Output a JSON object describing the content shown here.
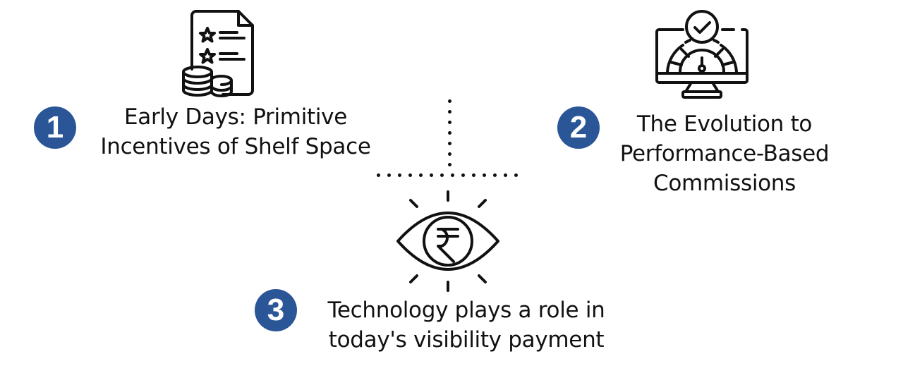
{
  "diagram": {
    "accent_color": "#2a5597",
    "steps": [
      {
        "number": "1",
        "icon": "document-stars-coins-icon",
        "lines": [
          "Early Days: Primitive",
          "Incentives of Shelf Space"
        ]
      },
      {
        "number": "2",
        "icon": "monitor-gauge-check-icon",
        "lines": [
          "The Evolution to",
          "Performance-Based",
          "Commissions"
        ]
      },
      {
        "number": "3",
        "icon": "eye-rupee-icon",
        "lines": [
          "Technology plays a role in",
          "today's visibility payment"
        ]
      }
    ],
    "connectors": {
      "vertical_dotted_line": true,
      "horizontal_dotted_line": true
    }
  }
}
